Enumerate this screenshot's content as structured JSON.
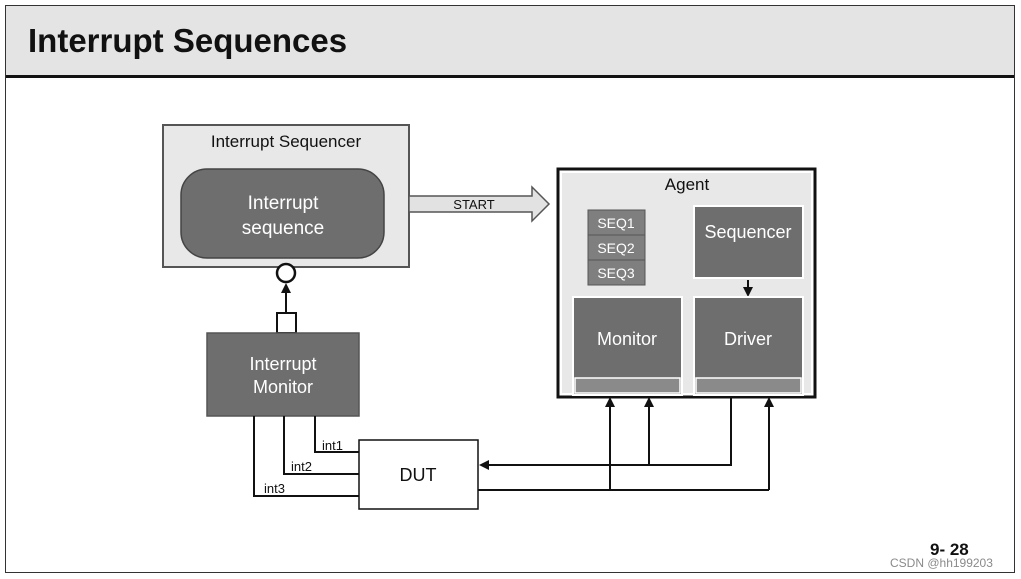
{
  "page": {
    "title": "Interrupt Sequences",
    "page_number": "9- 28",
    "watermark": "CSDN @hh199203"
  },
  "diagram": {
    "interrupt_sequencer": {
      "label": "Interrupt Sequencer",
      "sequence_line1": "Interrupt",
      "sequence_line2": "sequence"
    },
    "start_arrow_label": "START",
    "agent": {
      "label": "Agent",
      "seqs": [
        "SEQ1",
        "SEQ2",
        "SEQ3"
      ],
      "sequencer_label": "Sequencer",
      "monitor_label": "Monitor",
      "driver_label": "Driver"
    },
    "interrupt_monitor": {
      "line1": "Interrupt",
      "line2": "Monitor"
    },
    "dut_label": "DUT",
    "interrupts": [
      "int1",
      "int2",
      "int3"
    ]
  },
  "colors": {
    "title_bg": "#e4e4e4",
    "dark_box": "#6e6e6e",
    "light_box": "#e8e8e8",
    "seq_box": "#7f7f7f",
    "line": "#111111"
  }
}
